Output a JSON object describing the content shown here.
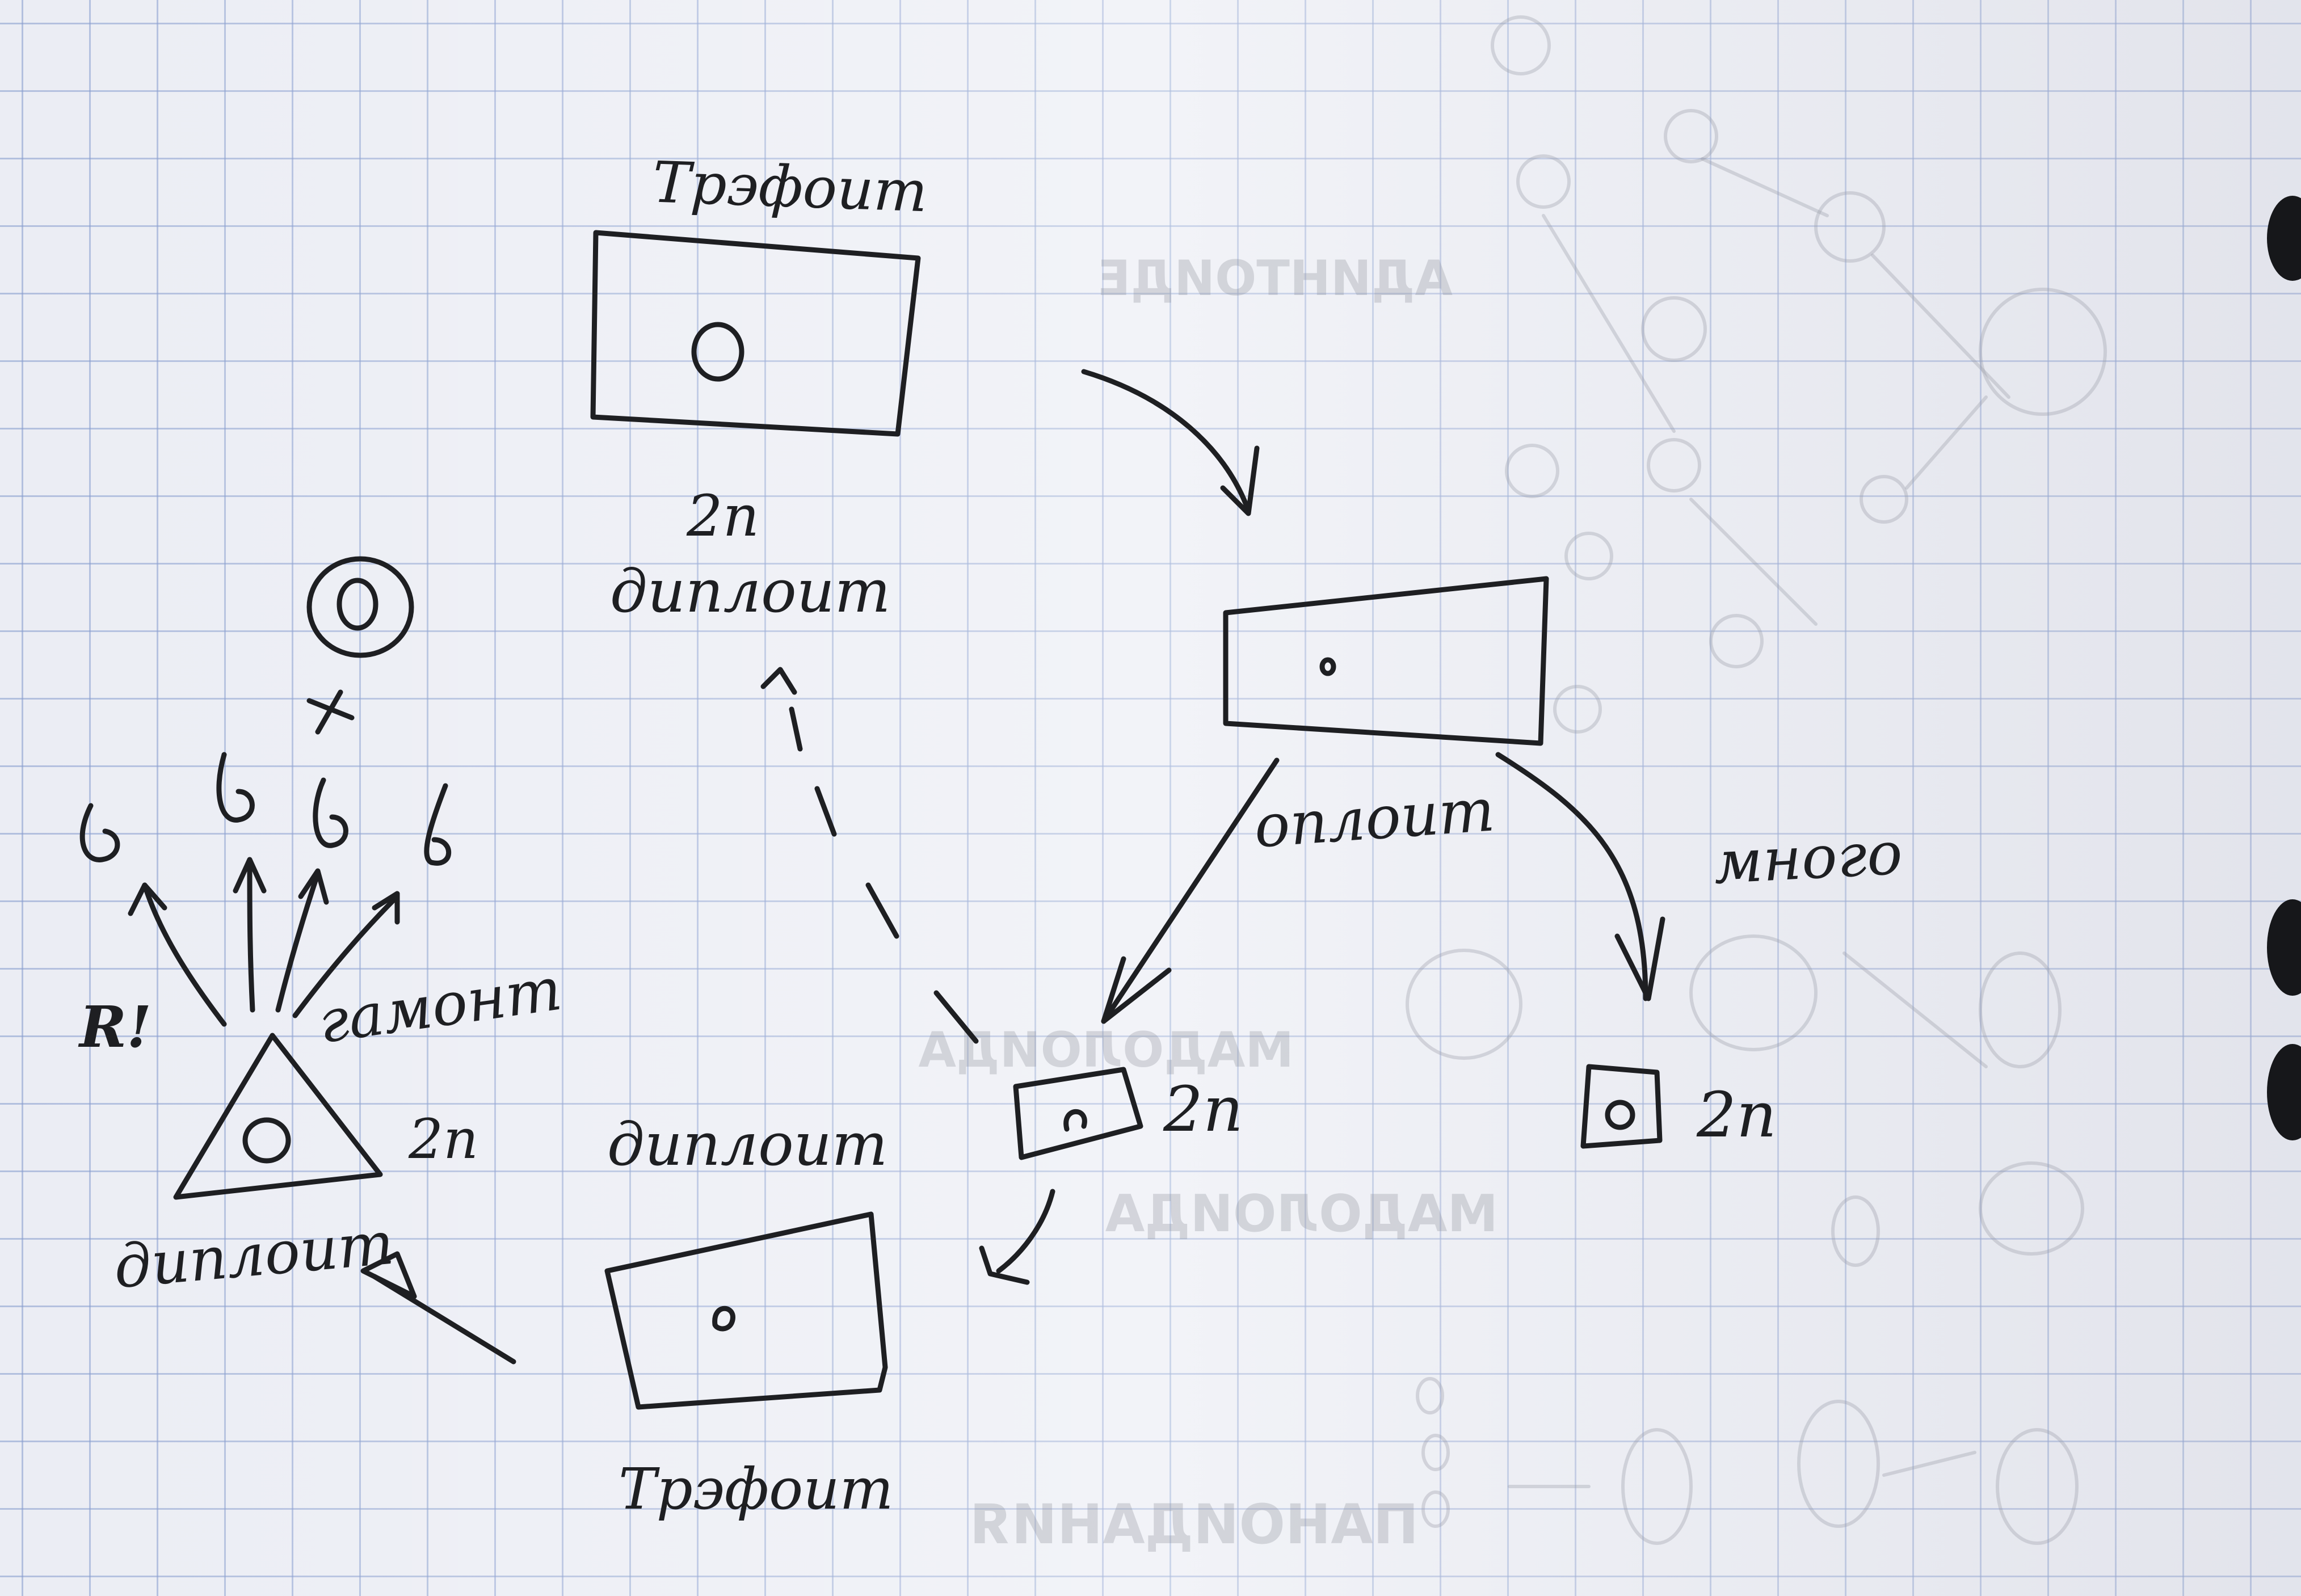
{
  "labels": {
    "top_title": "Трэфоит",
    "top_2n": "2n",
    "top_diploid": "диплоит",
    "meiosis_left": "оплоит",
    "mitosis_right": "много",
    "small_left_2n": "2n",
    "small_right_2n": "2n",
    "left_diploid": "диплоит",
    "gamete": "гамонт",
    "triangle_2n": "2n",
    "triangle_diploid": "диплоит",
    "r_mark": "R!",
    "bottom_title": "Трэфоит"
  },
  "colors": {
    "ink": "#1e1f22",
    "paper": "#ebedf4",
    "grid": "#849acd"
  },
  "icons": {
    "cross": "x-mark",
    "nucleus": "circle-nucleus"
  }
}
